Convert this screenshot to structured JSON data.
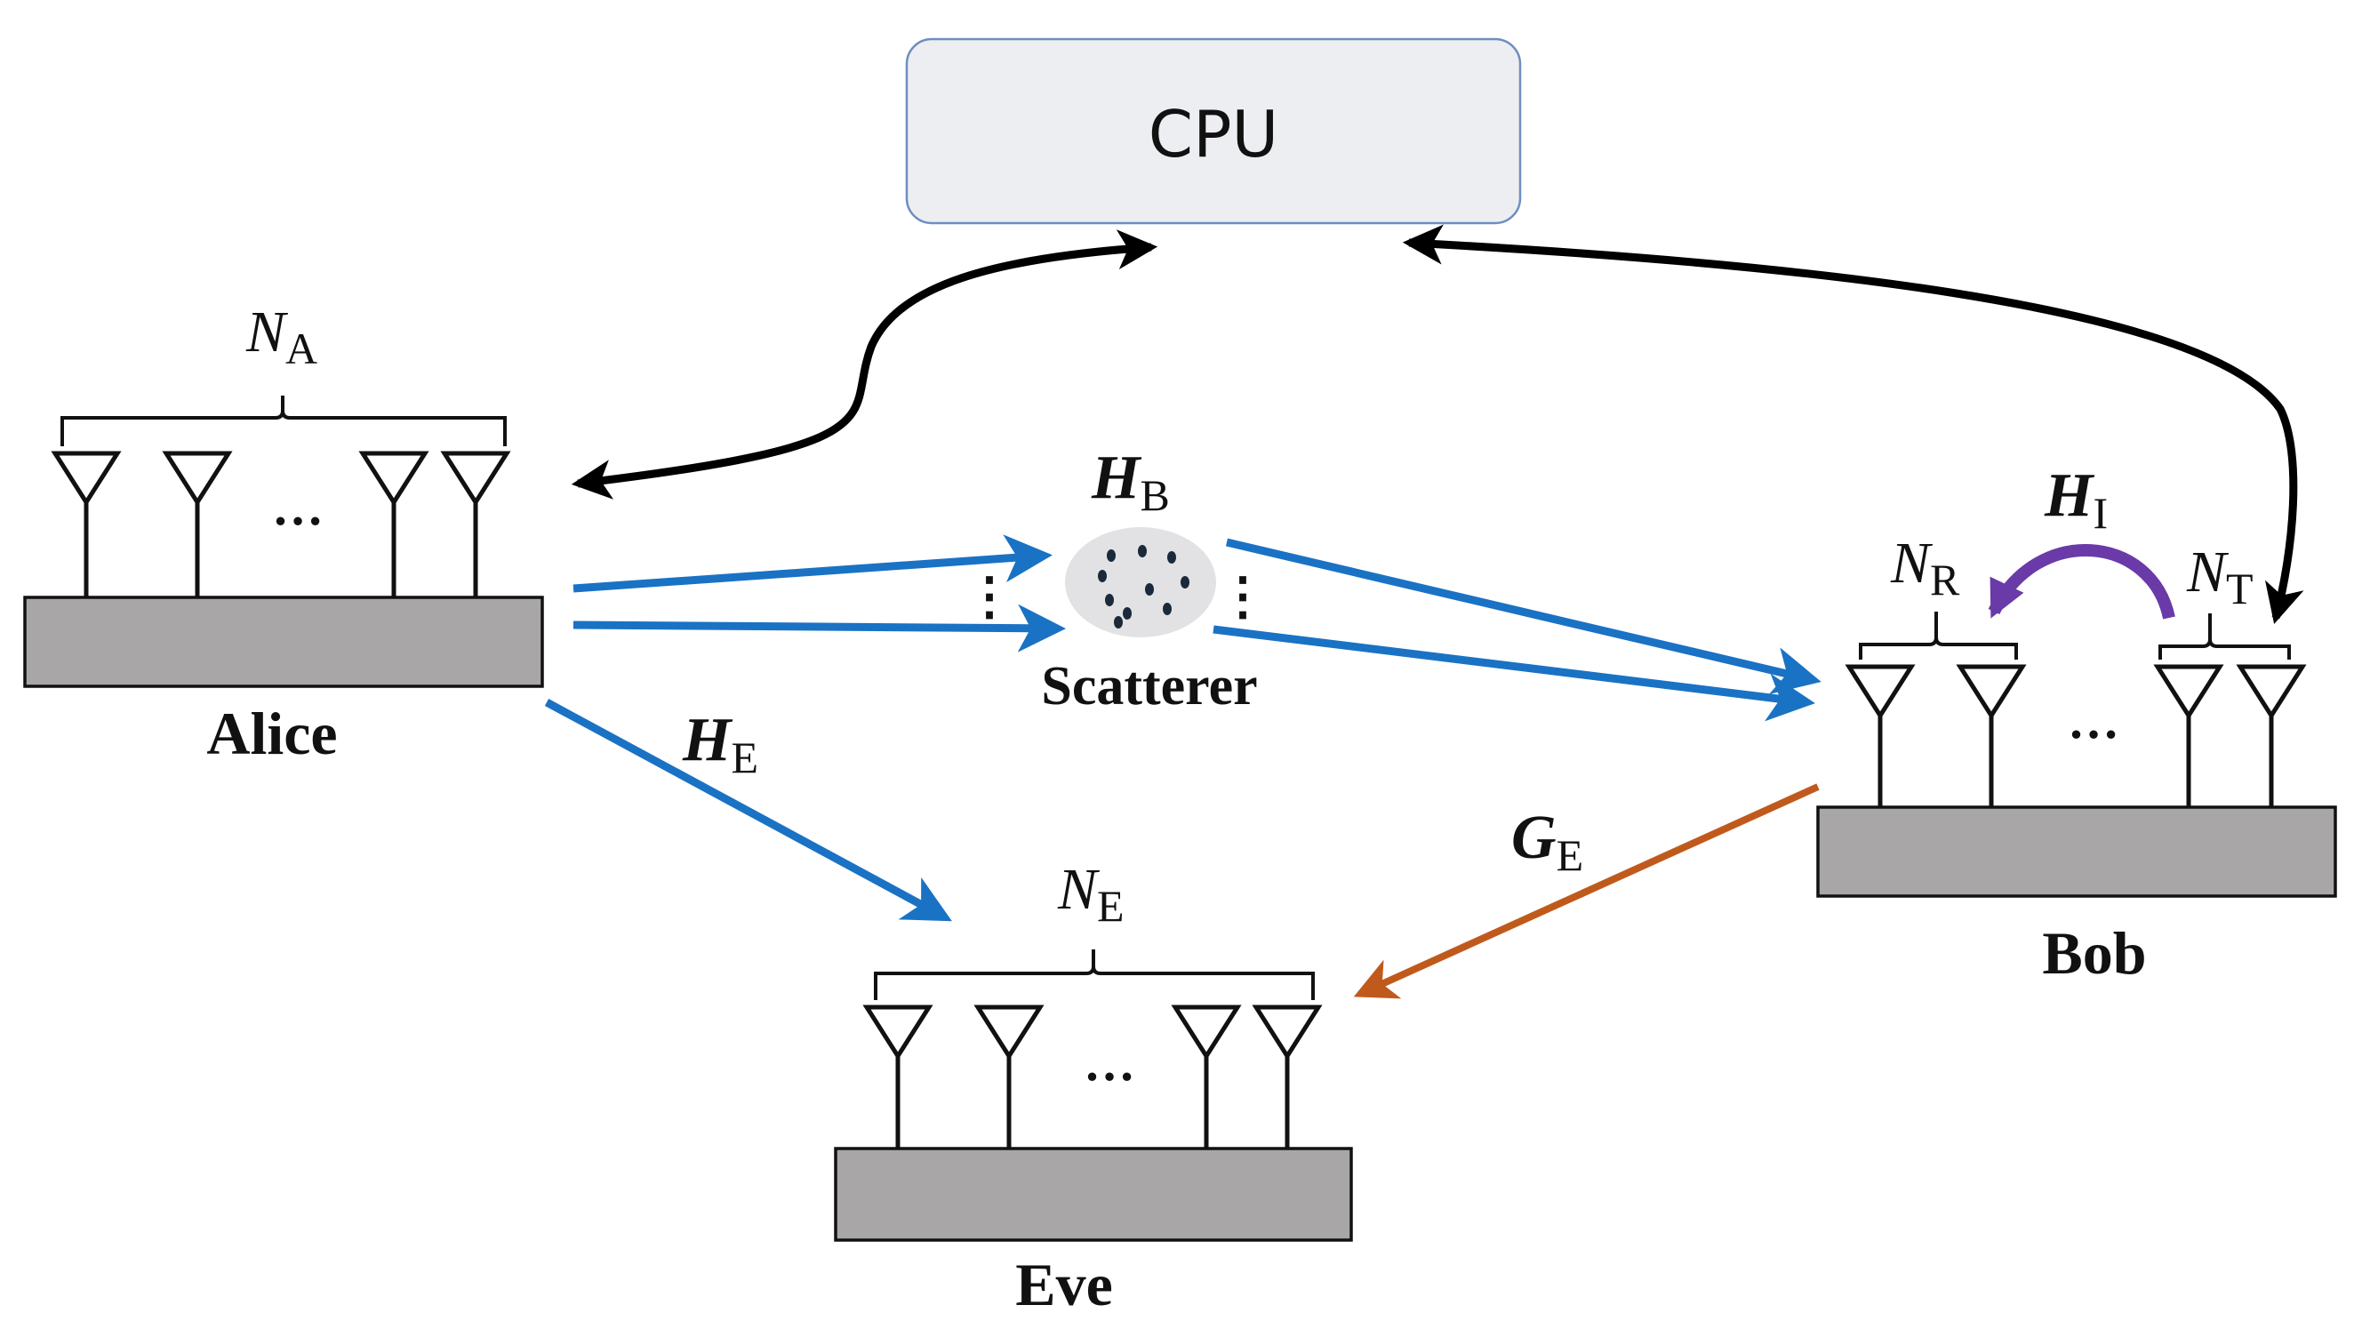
{
  "cpu": {
    "label": "CPU"
  },
  "nodes": {
    "alice": {
      "label": "Alice",
      "antenna_sym": "N",
      "antenna_sub": "A"
    },
    "eve": {
      "label": "Eve",
      "antenna_sym": "N",
      "antenna_sub": "E"
    },
    "bob": {
      "label": "Bob",
      "rx_sym": "N",
      "rx_sub": "R",
      "tx_sym": "N",
      "tx_sub": "T"
    }
  },
  "scatterer": {
    "label": "Scatterer"
  },
  "channels": {
    "hb": {
      "sym": "H",
      "sub": "B"
    },
    "he": {
      "sym": "H",
      "sub": "E"
    },
    "ge": {
      "sym": "G",
      "sub": "E"
    },
    "hi": {
      "sym": "H",
      "sub": "I"
    }
  },
  "ellipsis": "…",
  "vdots": "⋮",
  "colors": {
    "link_blue": "#1a72c4",
    "link_orange": "#c05a1c",
    "link_black": "#000000",
    "self_interference": "#6a3aa8",
    "platform": "#a8a6a6",
    "cpu_fill": "#eceef1",
    "cpu_border": "#6d8fc0"
  }
}
